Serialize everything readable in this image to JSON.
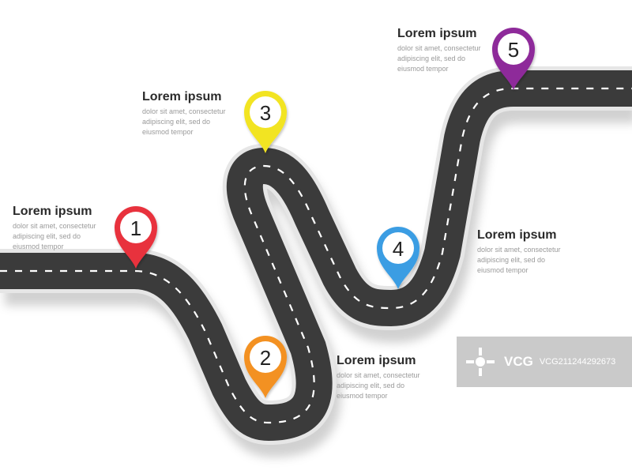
{
  "steps": [
    {
      "number": "1",
      "title": "Lorem ipsum",
      "desc": [
        "dolor sit amet, consectetur",
        "adipiscing elit, sed do",
        "eiusmod tempor"
      ],
      "color": "#e8313e"
    },
    {
      "number": "2",
      "title": "Lorem ipsum",
      "desc": [
        "dolor sit amet, consectetur",
        "adipiscing elit, sed do",
        "eiusmod tempor"
      ],
      "color": "#f39122"
    },
    {
      "number": "3",
      "title": "Lorem ipsum",
      "desc": [
        "dolor sit amet, consectetur",
        "adipiscing elit, sed do",
        "eiusmod tempor"
      ],
      "color": "#f2e424"
    },
    {
      "number": "4",
      "title": "Lorem ipsum",
      "desc": [
        "dolor sit amet, consectetur",
        "adipiscing elit, sed do",
        "eiusmod tempor"
      ],
      "color": "#3a9de3"
    },
    {
      "number": "5",
      "title": "Lorem ipsum",
      "desc": [
        "dolor sit amet, consectetur",
        "adipiscing elit, sed do",
        "eiusmod tempor"
      ],
      "color": "#8e2a9a"
    }
  ],
  "watermark": {
    "logo": "VCG",
    "id": "VCG211244292673"
  },
  "colors": {
    "road": "#3b3b3b",
    "road_edge": "#e6e6e6",
    "lane": "#ffffff"
  }
}
